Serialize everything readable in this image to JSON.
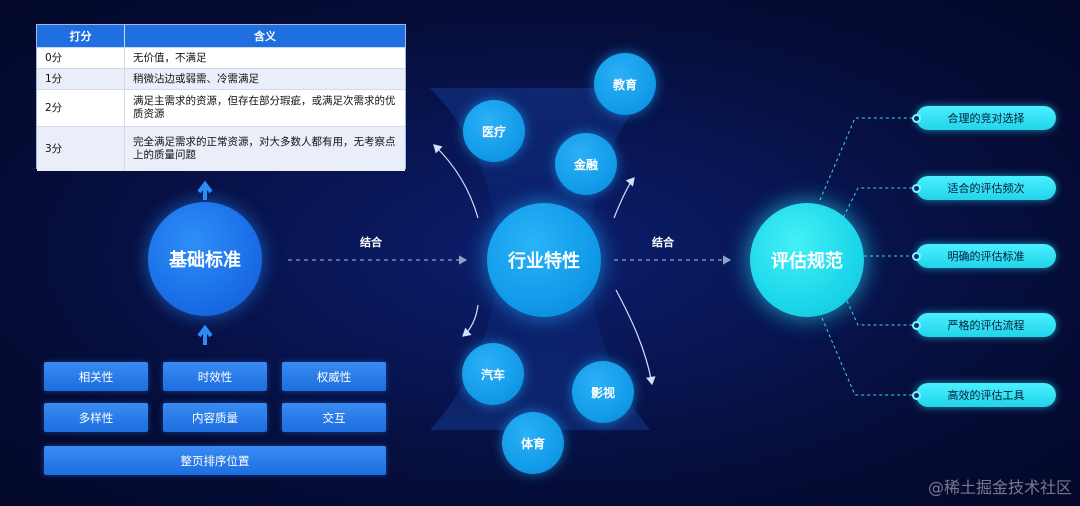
{
  "score_table": {
    "header": {
      "score": "打分",
      "meaning": "含义"
    },
    "rows": [
      {
        "score": "0分",
        "meaning": "无价值，不满足"
      },
      {
        "score": "1分",
        "meaning": "稍微沾边或弱需、冷需满足"
      },
      {
        "score": "2分",
        "meaning": "满足主需求的资源，但存在部分瑕疵，或满足次需求的优质资源"
      },
      {
        "score": "3分",
        "meaning": "完全满足需求的正常资源，对大多数人都有用，无考察点上的质量问题"
      }
    ]
  },
  "nodes": {
    "basic": "基础标准",
    "industry": "行业特性",
    "eval": "评估规范"
  },
  "links": {
    "left": "结合",
    "right": "结合"
  },
  "industries": [
    "教育",
    "医疗",
    "金融",
    "汽车",
    "影视",
    "体育"
  ],
  "basic_blocks": {
    "row1": [
      "相关性",
      "时效性",
      "权威性"
    ],
    "row2": [
      "多样性",
      "内容质量",
      "交互"
    ],
    "row3": "整页排序位置"
  },
  "eval_items": [
    "合理的竞对选择",
    "适合的评估频次",
    "明确的评估标准",
    "严格的评估流程",
    "高效的评估工具"
  ],
  "watermark": "@稀土掘金技术社区",
  "colors": {
    "table_header": "#1f6fe0",
    "basic_circle": "#1a6ee8",
    "industry_circle": "#119be9",
    "eval_circle": "#1cd7ea",
    "tag": "#22d4ea"
  }
}
